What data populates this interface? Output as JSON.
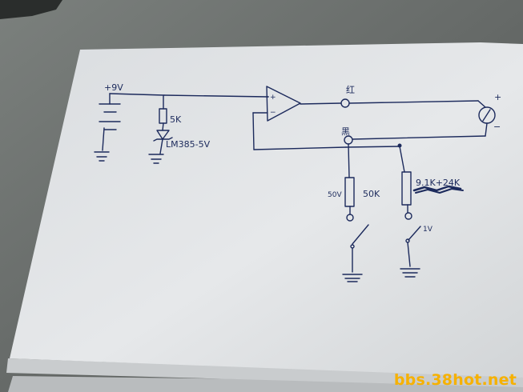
{
  "labels": {
    "supply": "+9V",
    "divider_resistor": "5K",
    "reference": "LM385-5V",
    "red_terminal": "红",
    "black_terminal": "黑",
    "meter_plus": "+",
    "meter_minus": "−",
    "opamp_plus": "+",
    "opamp_minus": "−",
    "resistor_left": "50K",
    "resistor_left_mark": "50V",
    "resistor_right": "9.1K+24K",
    "switch_right_mark": "1V"
  },
  "watermark": "bbs.38hot.net",
  "colors": {
    "ink": "#1c2a5c",
    "paper": "#dfe2e4",
    "desk": "#5e625f",
    "watermark": "#f6b100"
  }
}
